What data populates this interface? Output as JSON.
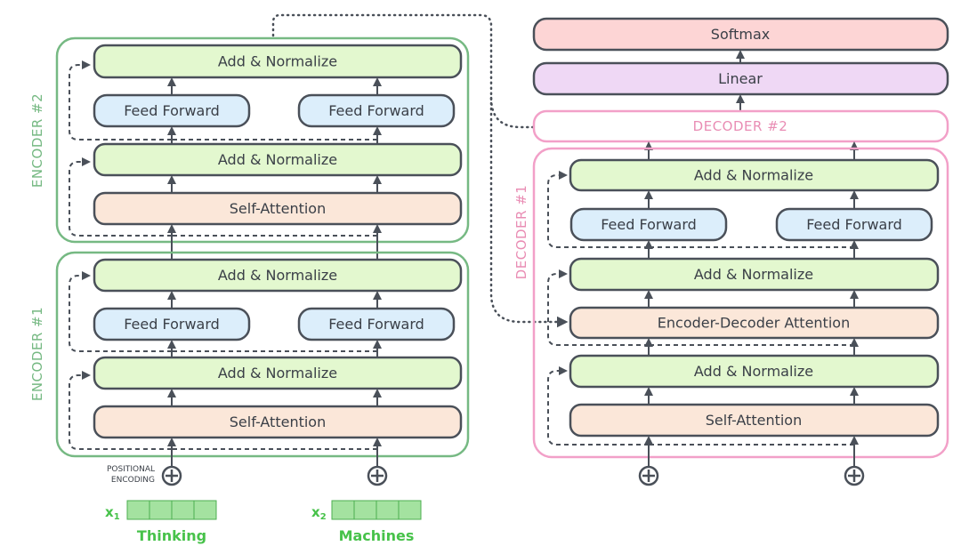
{
  "colors": {
    "encoder_border": "#76b983",
    "decoder_border": "#f2a0c8",
    "add_norm_fill": "#e3f8cf",
    "feed_forward_fill": "#dceefb",
    "attention_fill": "#fbe7d9",
    "linear_fill": "#efd8f5",
    "softmax_fill": "#fdd5d5",
    "box_stroke": "#4a5059",
    "word_green": "#47c24a"
  },
  "encoder2": {
    "label": "ENCODER #2",
    "add_norm_top": "Add & Normalize",
    "feed_forward_1": "Feed Forward",
    "feed_forward_2": "Feed Forward",
    "add_norm_bottom": "Add & Normalize",
    "self_attention": "Self-Attention"
  },
  "encoder1": {
    "label": "ENCODER #1",
    "add_norm_top": "Add & Normalize",
    "feed_forward_1": "Feed Forward",
    "feed_forward_2": "Feed Forward",
    "add_norm_bottom": "Add & Normalize",
    "self_attention": "Self-Attention"
  },
  "positional_encoding": {
    "line1": "POSITIONAL",
    "line2": "ENCODING"
  },
  "inputs": [
    {
      "symbol": "x",
      "subscript": "1",
      "word": "Thinking"
    },
    {
      "symbol": "x",
      "subscript": "2",
      "word": "Machines"
    }
  ],
  "output": {
    "softmax": "Softmax",
    "linear": "Linear"
  },
  "decoder2": {
    "label": "DECODER #2"
  },
  "decoder1": {
    "label": "DECODER #1",
    "add_norm_top": "Add & Normalize",
    "feed_forward_1": "Feed Forward",
    "feed_forward_2": "Feed Forward",
    "add_norm_mid": "Add & Normalize",
    "enc_dec_attention": "Encoder-Decoder Attention",
    "add_norm_bottom": "Add & Normalize",
    "self_attention": "Self-Attention"
  }
}
